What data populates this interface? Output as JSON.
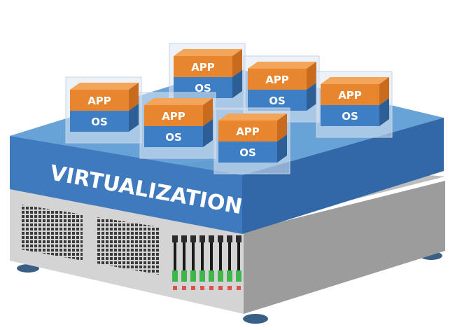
{
  "platform": {
    "label": "VIRTUALIZATION",
    "colors": {
      "top": "#5b9bd5",
      "front": "#3f79be",
      "side": "#3268a8",
      "label": "#ffffff"
    }
  },
  "server": {
    "colors": {
      "body_light": "#d4d4d4",
      "body_dark": "#9c9c9c",
      "grille": "#3a3a3a",
      "led_on": "#3fb54a",
      "led_off": "#d9534f",
      "feet": "#3a5f87"
    }
  },
  "vm_boxes": [
    {
      "app": "APP",
      "os": "OS"
    },
    {
      "app": "APP",
      "os": "OS"
    },
    {
      "app": "APP",
      "os": "OS"
    },
    {
      "app": "APP",
      "os": "OS"
    },
    {
      "app": "APP",
      "os": "OS"
    },
    {
      "app": "APP",
      "os": "OS"
    }
  ],
  "box_colors": {
    "app_front": "#e8852f",
    "app_side": "#c86b1e",
    "app_top": "#f3a65a",
    "os_front": "#3d7ec4",
    "os_side": "#2d5f96",
    "glass": "#dfe8f3",
    "text": "#ffffff"
  }
}
